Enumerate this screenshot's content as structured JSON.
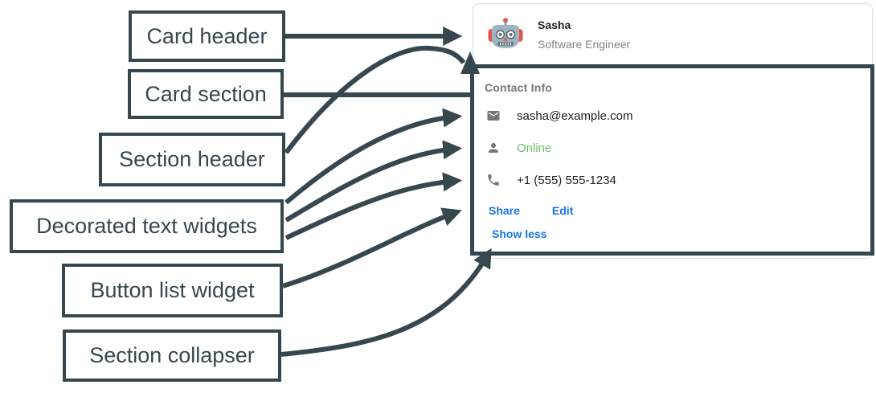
{
  "colors": {
    "annotation": "#37474f",
    "link-blue": "#1a73e8",
    "online-green": "#6abf69",
    "card-border": "#dadce0",
    "icon-gray": "#757575",
    "text-primary": "#202124",
    "text-secondary": "#80868b"
  },
  "annotations": {
    "labels": [
      {
        "id": "card-header",
        "text": "Card header"
      },
      {
        "id": "card-section",
        "text": "Card section"
      },
      {
        "id": "section-header",
        "text": "Section header"
      },
      {
        "id": "decorated-text-widgets",
        "text": "Decorated text widgets"
      },
      {
        "id": "button-list-widget",
        "text": "Button list widget"
      },
      {
        "id": "section-collapser",
        "text": "Section collapser"
      }
    ]
  },
  "card": {
    "header": {
      "avatar_icon": "robot-avatar",
      "title": "Sasha",
      "subtitle": "Software Engineer"
    },
    "section": {
      "header": "Contact Info",
      "widgets": [
        {
          "icon": "mail-icon",
          "text": "sasha@example.com"
        },
        {
          "icon": "person-icon",
          "text": "Online",
          "color": "#6abf69"
        },
        {
          "icon": "phone-icon",
          "text": "+1 (555) 555-1234"
        }
      ],
      "buttons": [
        {
          "label": "Share"
        },
        {
          "label": "Edit"
        }
      ],
      "collapser_label": "Show less"
    }
  }
}
